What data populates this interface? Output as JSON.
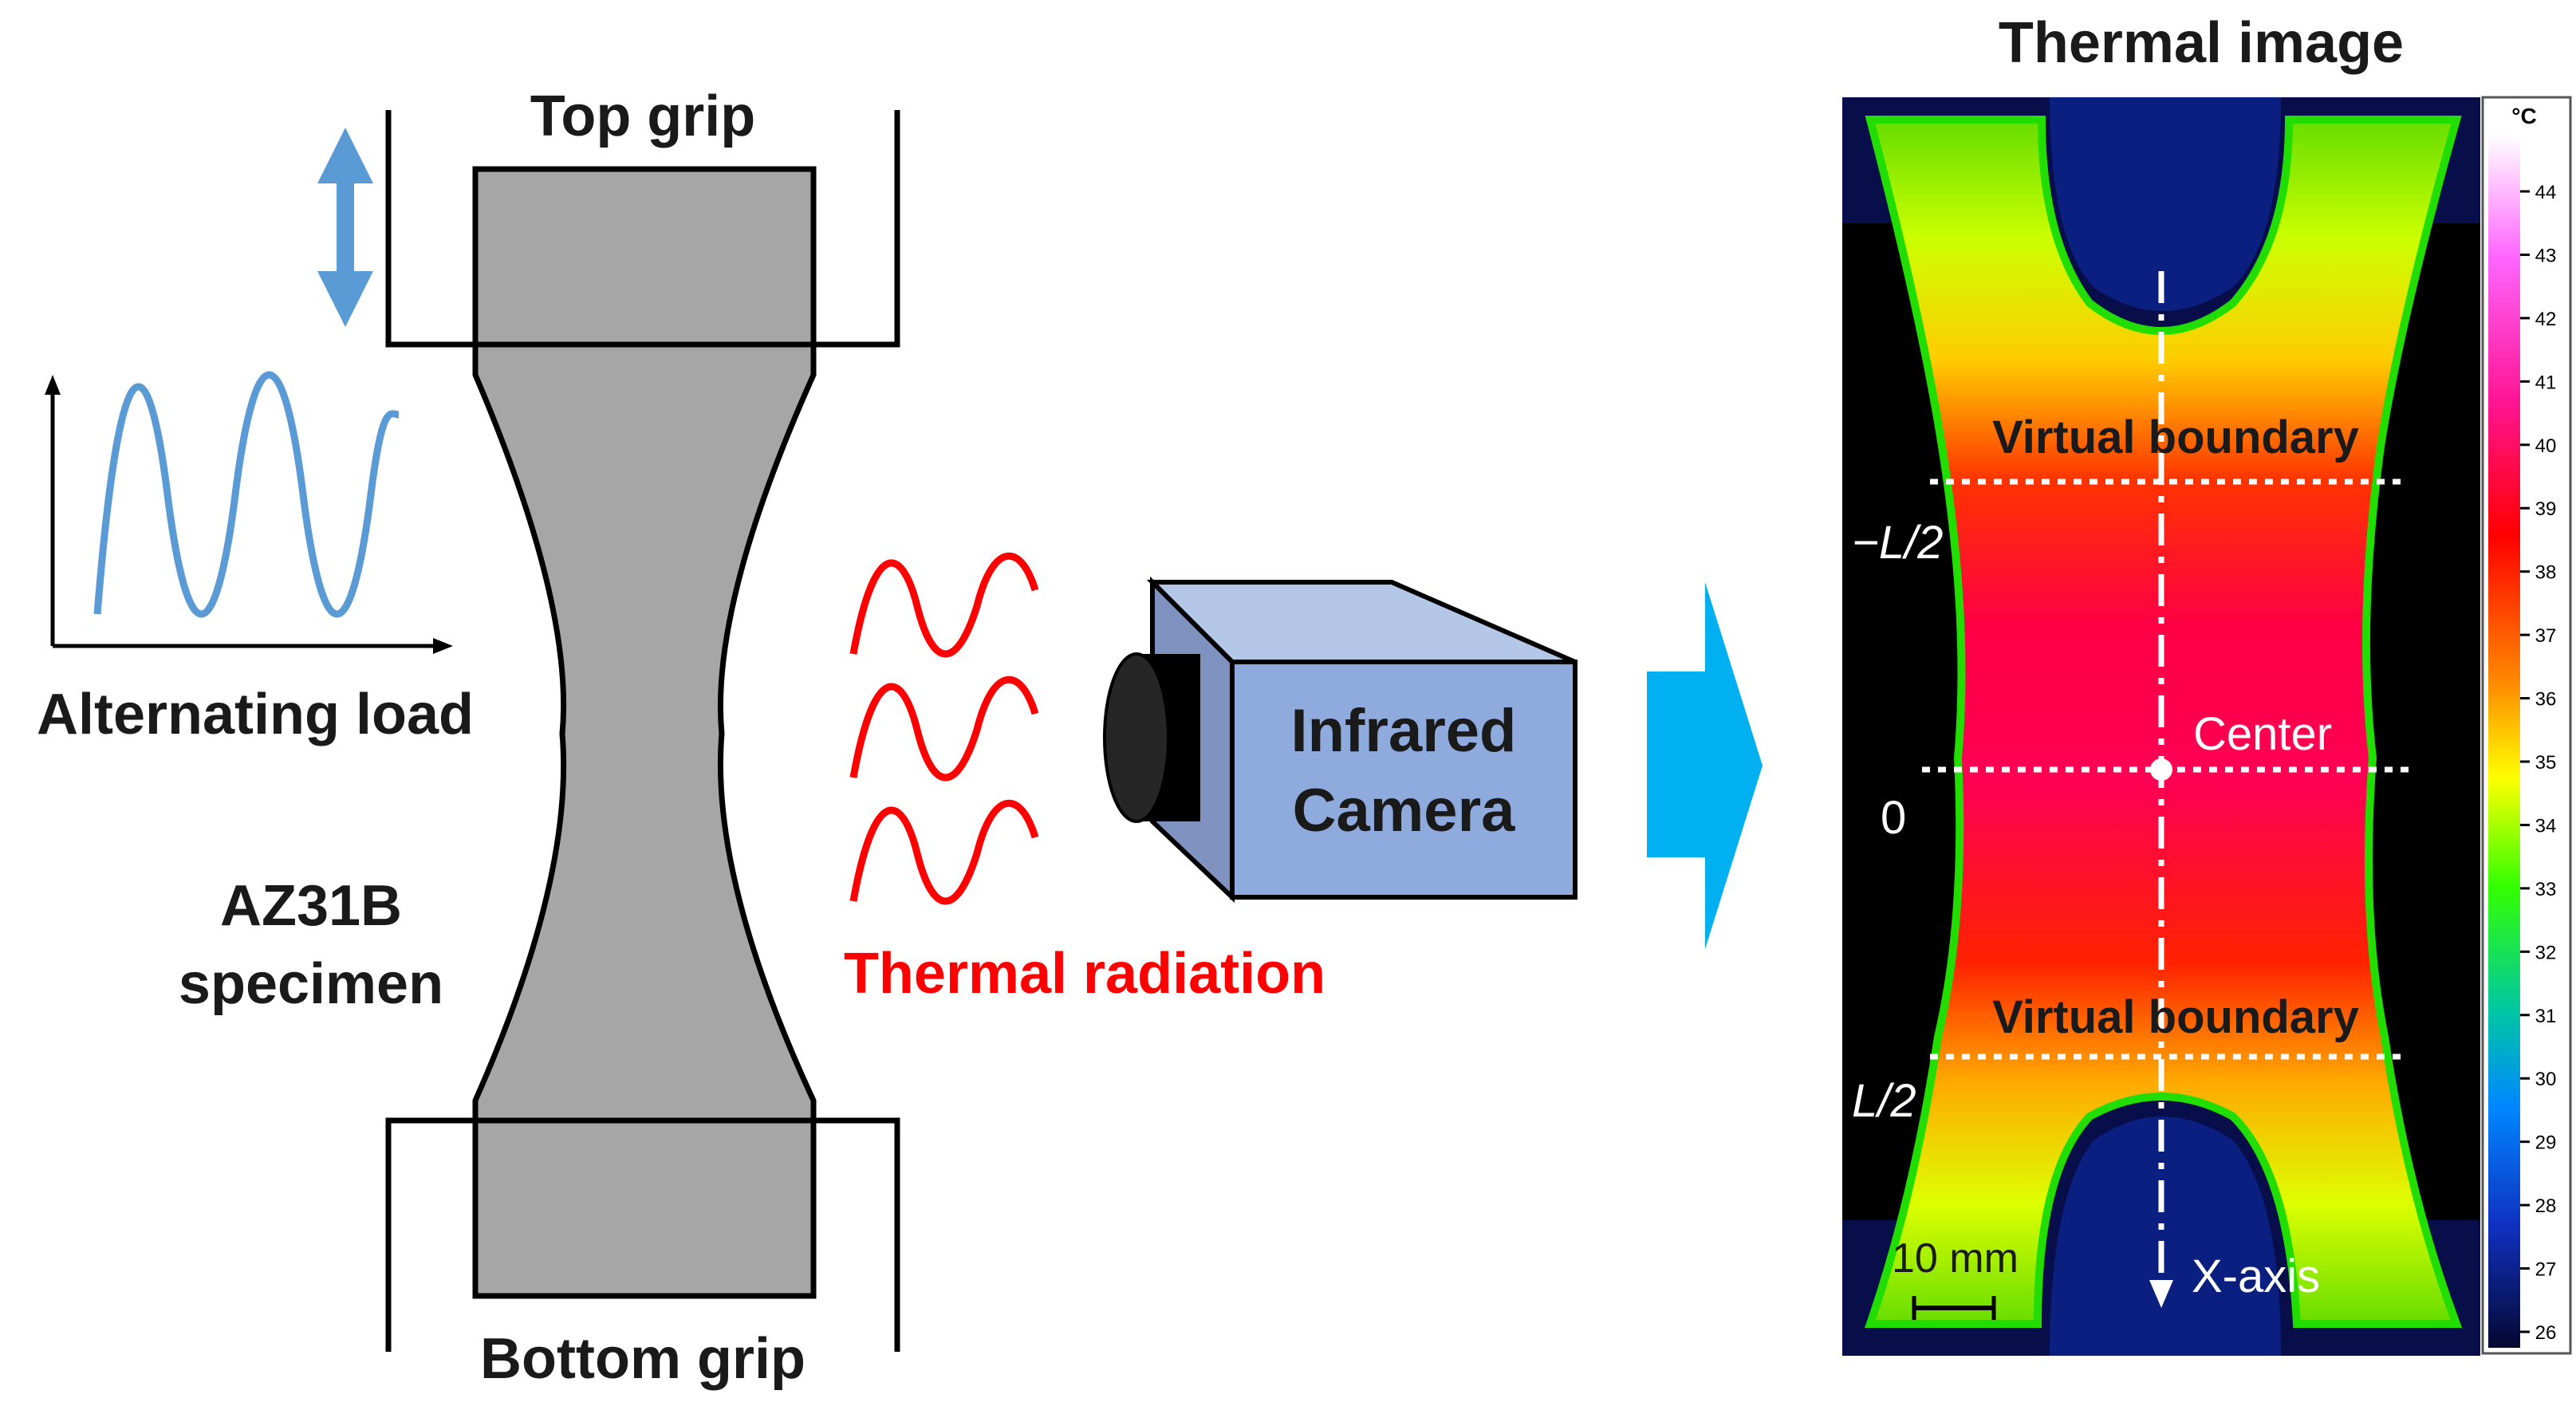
{
  "left_panel": {
    "top_grip_label": "Top grip",
    "bottom_grip_label": "Bottom grip",
    "load_label": "Alternating load",
    "specimen_label_line1": "AZ31B",
    "specimen_label_line2": "specimen"
  },
  "middle_panel": {
    "camera_label_line1": "Infrared",
    "camera_label_line2": "Camera",
    "radiation_label": "Thermal radiation"
  },
  "thermal_image": {
    "title": "Thermal image",
    "upper_boundary_label": "Virtual boundary",
    "lower_boundary_label": "Virtual boundary",
    "pos_minus_half": "−L/2",
    "pos_zero": "0",
    "pos_half": "L/2",
    "center_label": "Center",
    "axis_label": "X-axis",
    "scale_bar_label": "10 mm",
    "colorbar_unit": "°C",
    "colorbar_ticks": [
      "44",
      "43",
      "42",
      "41",
      "40",
      "39",
      "38",
      "37",
      "36",
      "35",
      "34",
      "33",
      "32",
      "31",
      "30",
      "29",
      "28",
      "27",
      "26"
    ]
  },
  "colors": {
    "load_arrow": "#5b9bd5",
    "radiation": "#ff0000",
    "transition_arrow": "#00b0f0",
    "camera_body": "#8faadc",
    "specimen_fill": "#a6a6a6"
  }
}
